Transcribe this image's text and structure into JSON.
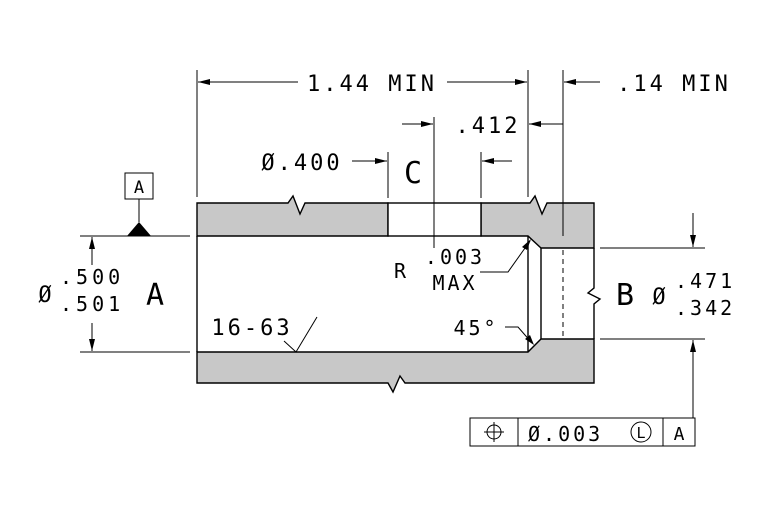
{
  "colors": {
    "part_fill": "#c8c8c8",
    "line": "#000000",
    "background": "#ffffff"
  },
  "dims": {
    "length_min": "1.44 MIN",
    "lip_min": ".14 MIN",
    "hole_location": ".412",
    "hole_dia": "Ø.400",
    "hole_letter": "C",
    "corner_radius_r": "R",
    "corner_radius_val": ".003",
    "corner_radius_max": "MAX",
    "chamfer": "45°",
    "finish": "16-63",
    "bore_dia_symbol": "Ø",
    "bore_dia_upper": ".500",
    "bore_dia_lower": ".501",
    "bore_label": "A",
    "outer_label": "B",
    "outer_dia_symbol": "Ø",
    "outer_dia_upper": ".471",
    "outer_dia_lower": ".342"
  },
  "datum": {
    "label": "A"
  },
  "control_frame": {
    "symbol_icon": "position-icon",
    "tolerance": "Ø.003",
    "modifier": "L",
    "datum": "A"
  }
}
